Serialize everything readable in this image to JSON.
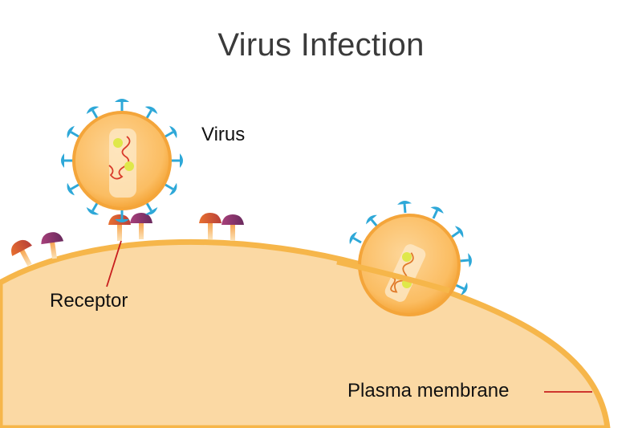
{
  "title": "Virus Infection",
  "labels": {
    "virus": "Virus",
    "receptor": "Receptor",
    "plasma_membrane": "Plasma membrane"
  },
  "colors": {
    "cell": "#fbd9a4",
    "membrane": "#f6b64a",
    "capsid": "#fcc679",
    "spike": "#2ea8d8",
    "rna": "#d93a2a",
    "nucleus_dot": "#dfe84a",
    "leader_line": "#c81e1e"
  }
}
